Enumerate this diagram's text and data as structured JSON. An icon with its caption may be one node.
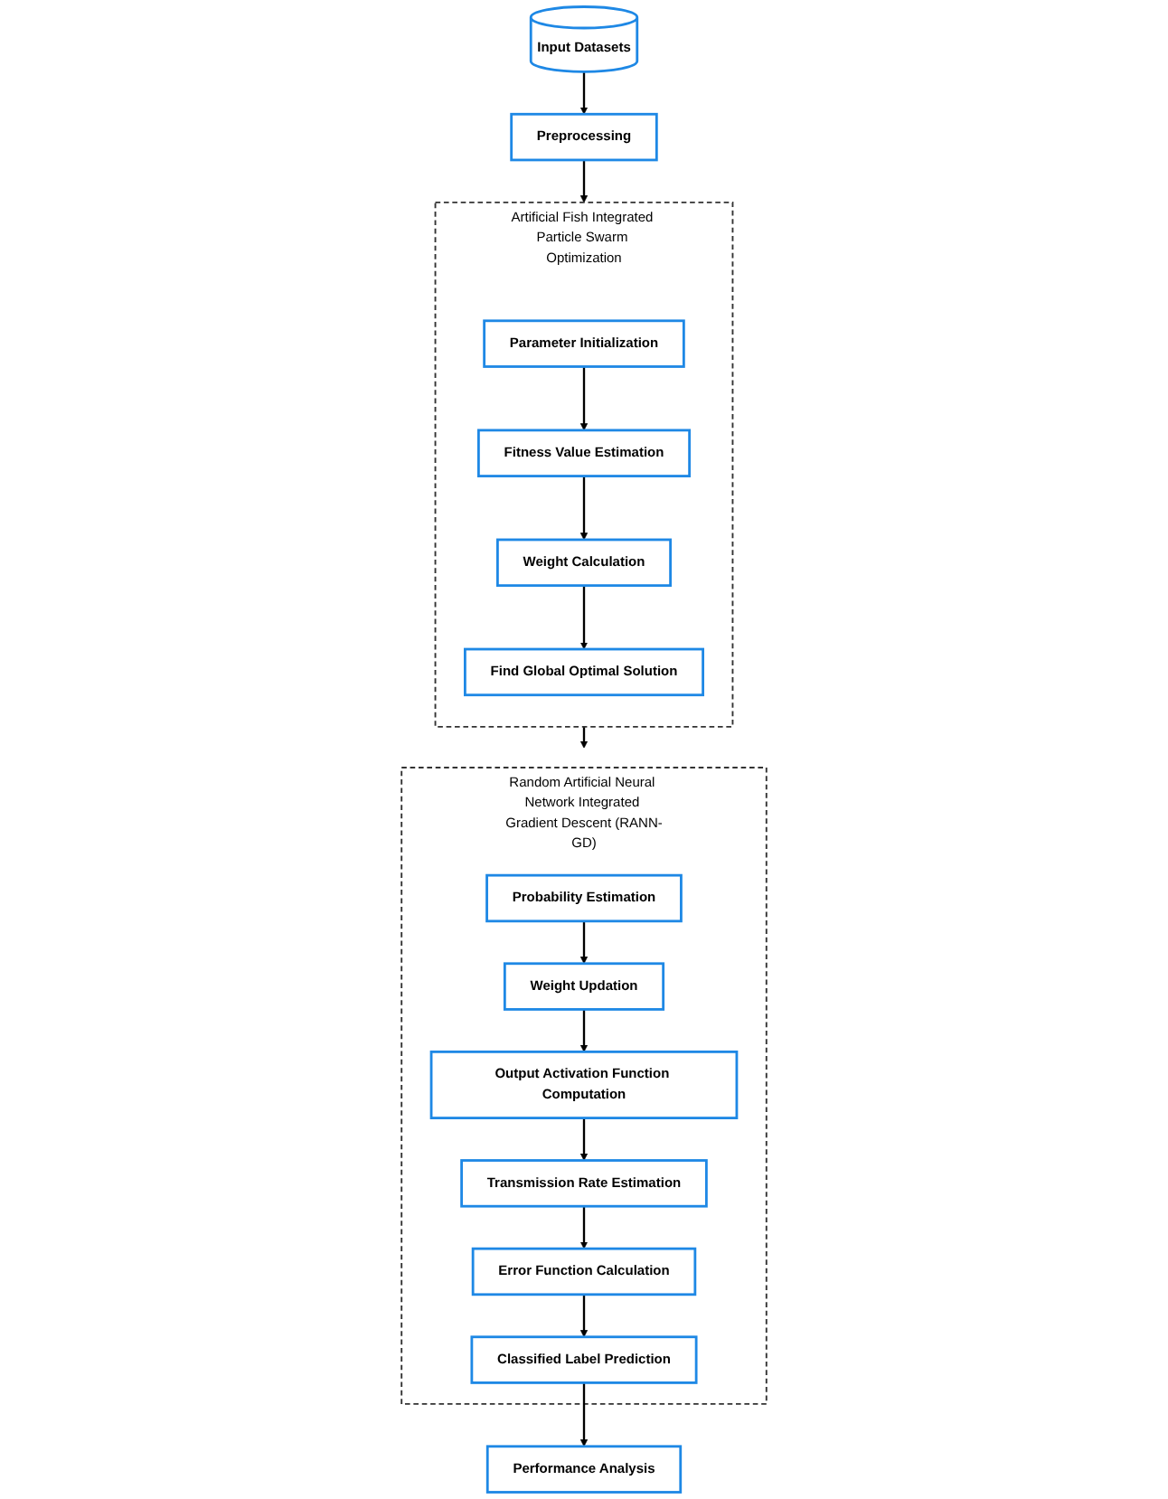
{
  "diagram": {
    "nodes": [
      {
        "text": [
          "Input Datasets"
        ]
      },
      {
        "text": [
          "Preprocessing"
        ]
      },
      {
        "text": [
          "Artificial Fish Integrated Particle Swarm Optimization"
        ]
      },
      {
        "text": [
          "Parameter Initialization"
        ],
        "in": 2
      },
      {
        "text": [
          "Fitness Value Estimation"
        ],
        "in": 2
      },
      {
        "text": [
          "Weight Calculation"
        ],
        "in": 2
      },
      {
        "text": [
          "Find Global Optimal Solution"
        ],
        "in": 2
      },
      {
        "text": [
          "Random Artificial Neural Network Integrated Gradient Descent (RANN-GD)"
        ]
      },
      {
        "text": [
          "Probability Estimation"
        ],
        "in": 7
      },
      {
        "text": [
          "Weight Updation"
        ],
        "in": 7
      },
      {
        "text": [
          "Output Activation Function Computation"
        ],
        "in": 7
      },
      {
        "text": [
          "Transmission Rate Estimation"
        ],
        "in": 7
      },
      {
        "text": [
          "Error Function Calculation"
        ],
        "in": 7
      },
      {
        "text": [
          "Classified Label Prediction"
        ],
        "in": 7
      },
      {
        "text": [
          "Performance Analysis"
        ]
      }
    ],
    "edges": [
      {
        "from": 0,
        "to": 1,
        "arrow": "to"
      },
      {
        "from": 1,
        "to": 2,
        "arrow": "to"
      },
      {
        "from": 3,
        "to": 4,
        "arrow": "to"
      },
      {
        "from": 4,
        "to": 5,
        "arrow": "to"
      },
      {
        "from": 5,
        "to": 6,
        "arrow": "to"
      },
      {
        "from": 2,
        "to": 7,
        "arrow": "to"
      },
      {
        "from": 8,
        "to": 9,
        "arrow": "to"
      },
      {
        "from": 9,
        "to": 10,
        "arrow": "to"
      },
      {
        "from": 10,
        "to": 11,
        "arrow": "to"
      },
      {
        "from": 11,
        "to": 12,
        "arrow": "to"
      },
      {
        "from": 12,
        "to": 13,
        "arrow": "to"
      },
      {
        "from": 13,
        "to": 14,
        "arrow": "to"
      }
    ]
  }
}
